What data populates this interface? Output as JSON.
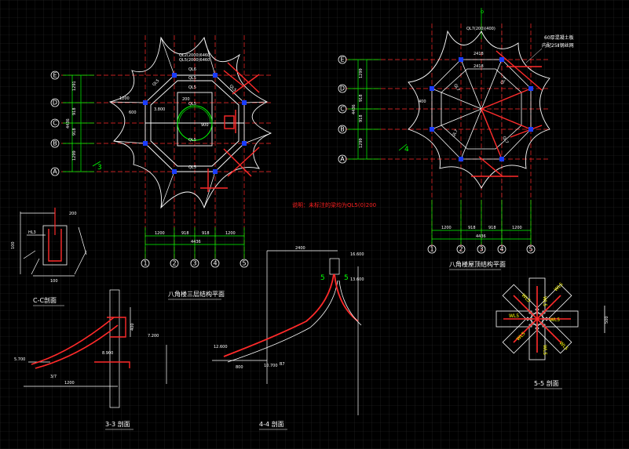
{
  "drawing": {
    "plan1": {
      "title": "八角楼三层结构平面",
      "rows": [
        "E",
        "D",
        "C",
        "B",
        "A"
      ],
      "cols": [
        "1",
        "2",
        "3",
        "4",
        "5"
      ],
      "dims_left": [
        "1291",
        "918",
        "918",
        "1299"
      ],
      "dims_left_total": "4436",
      "dims_bottom": [
        "1200",
        "918",
        "918",
        "1200"
      ],
      "dims_bottom_total": "4436",
      "labels": [
        "QL2(2000)6460",
        "QL5(2000)6460",
        "QL6",
        "QL5",
        "QL5",
        "QL5",
        "1200",
        "600",
        "200",
        "3.800",
        "QL5",
        "QL5",
        "900",
        "QL5",
        "QL5"
      ],
      "marker": "3"
    },
    "plan2": {
      "title": "八角楼屋顶结构平面",
      "rows": [
        "E",
        "D",
        "C",
        "B",
        "A"
      ],
      "cols": [
        "1",
        "2",
        "3",
        "4",
        "5"
      ],
      "dims_left": [
        "1299",
        "918",
        "918",
        "1299"
      ],
      "dims_left_total": "4436",
      "dims_bottom": [
        "1200",
        "918",
        "918",
        "1200"
      ],
      "dims_bottom_total": "4436",
      "note_top": "QL7(200)(400)",
      "note_right_1": "60厚混凝土板",
      "note_right_2": "内配25Ⅱ钢丝网",
      "labels": [
        "2418",
        "2418",
        "400",
        "QL7",
        "QL7",
        "QL7",
        "QL7"
      ],
      "marker": "4"
    },
    "note_center": "说明：未标注的梁均为QL5(0)200",
    "sec_cc": {
      "title": "C-C剖面",
      "labels": [
        "100",
        "200",
        "100",
        "HL3"
      ]
    },
    "sec_33": {
      "title": "3-3 剖面",
      "labels": [
        "5.700",
        "7.200",
        "8.900",
        "1200",
        "400",
        "3/7"
      ]
    },
    "sec_44": {
      "title": "4-4 剖面",
      "labels": [
        "2400",
        "16.600",
        "13.600",
        "12.600",
        "10.700",
        "800",
        "5",
        "5",
        "B7"
      ]
    },
    "sec_55": {
      "title": "5-5 剖面",
      "labels": [
        "WL5",
        "WL5",
        "WL5",
        "WL5",
        "WL5",
        "WL5",
        "WL5",
        "WL5",
        "500"
      ]
    }
  }
}
